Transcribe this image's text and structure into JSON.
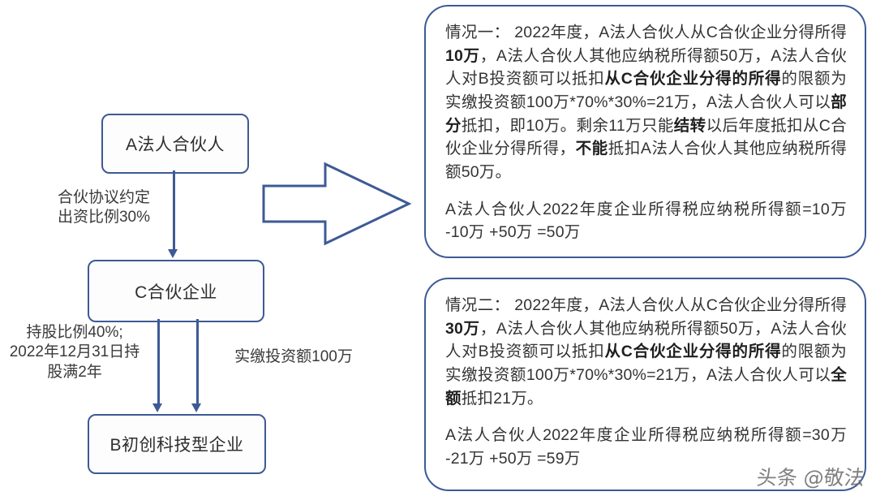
{
  "diagram": {
    "nodes": [
      {
        "id": "a",
        "label": "A法人合伙人"
      },
      {
        "id": "c",
        "label": "C合伙企业"
      },
      {
        "id": "b",
        "label": "B初创科技型企业"
      }
    ],
    "edge_labels": {
      "a_to_c": "合伙协议约定\n出资比例30%",
      "c_to_b_left": "持股比例40%;\n2022年12月31日持\n股满2年",
      "c_to_b_right": "实缴投资额100万"
    },
    "arrow_icon": "right-block-arrow"
  },
  "panels": [
    {
      "id": "case-one",
      "title": "情况一",
      "paragraph_1": [
        {
          "t": "情况一： 2022年度，A法人合伙人从C合伙企业分得所得",
          "b": false
        },
        {
          "t": "10万",
          "b": true
        },
        {
          "t": "，A法人合伙人其他应纳税所得额50万，A法人合伙人对B投资额可以抵扣",
          "b": false
        },
        {
          "t": "从C合伙企业分得的所得",
          "b": true
        },
        {
          "t": "的限额为实缴投资额100万*70%*30%=21万，A法人合伙人可以",
          "b": false
        },
        {
          "t": "部分",
          "b": true
        },
        {
          "t": "抵扣，即10万。剩余11万只能",
          "b": false
        },
        {
          "t": "结转",
          "b": true
        },
        {
          "t": "以后年度抵扣从C合伙企业分得所得，",
          "b": false
        },
        {
          "t": "不能",
          "b": true
        },
        {
          "t": "抵扣A法人合伙人其他应纳税所得额50万。",
          "b": false
        }
      ],
      "paragraph_2": [
        {
          "t": "A法人合伙人2022年度企业所得税应纳税所得额=10万 -10万 +50万 =50万",
          "b": false
        }
      ]
    },
    {
      "id": "case-two",
      "title": "情况二",
      "paragraph_1": [
        {
          "t": "情况二： 2022年度，A法人合伙人从C合伙企业分得所得",
          "b": false
        },
        {
          "t": "30万",
          "b": true
        },
        {
          "t": "，A法人合伙人其他应纳税所得额50万，A法人合伙人对B投资额可以抵扣",
          "b": false
        },
        {
          "t": "从C合伙企业分得的所得",
          "b": true
        },
        {
          "t": "的限额为实缴投资额100万*70%*30%=21万，A法人合伙人可以",
          "b": false
        },
        {
          "t": "全额",
          "b": true
        },
        {
          "t": "抵扣21万。",
          "b": false
        }
      ],
      "paragraph_2": [
        {
          "t": "A法人合伙人2022年度企业所得税应纳税所得额=30万 -21万 +50万 =59万",
          "b": false
        }
      ]
    }
  ],
  "watermark": "头条 @敬法",
  "colors": {
    "line_blue": "#3d5a96",
    "text_dark": "#333333",
    "background": "#ffffff"
  }
}
